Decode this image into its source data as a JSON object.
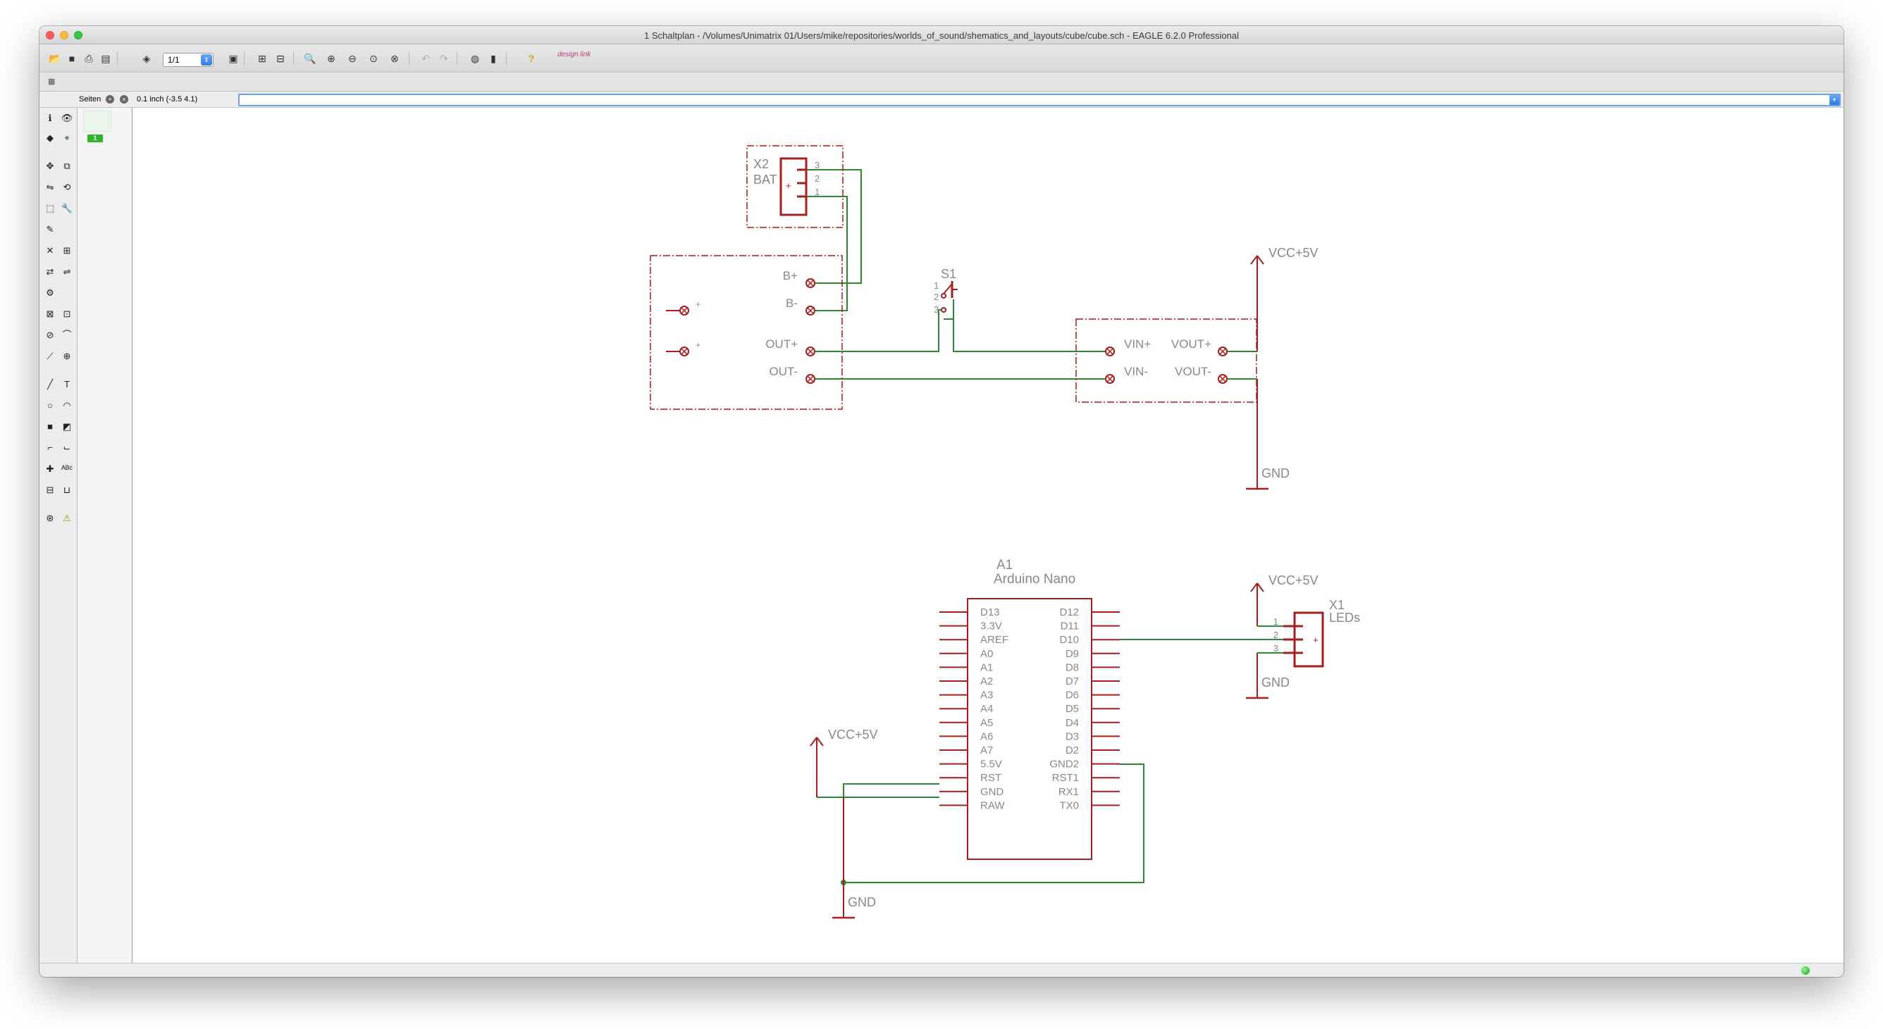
{
  "window": {
    "title": "1 Schaltplan - /Volumes/Unimatrix 01/Users/mike/repositories/worlds_of_sound/shematics_and_layouts/cube/cube.sch - EAGLE 6.2.0 Professional"
  },
  "toolbar": {
    "sheet_value": "1/1",
    "design_link": "design link"
  },
  "cmdbar": {
    "pages_label": "Seiten",
    "coordinate": "0.1 inch (-3.5 4.1)",
    "command_value": ""
  },
  "pages_panel": {
    "page_number": "1"
  },
  "schematic": {
    "wire_color": "#2e8a2e",
    "symbol_color": "#a61e1e",
    "label_color": "#888888",
    "x2": {
      "name": "X2",
      "value": "BAT",
      "pins": [
        "3",
        "2",
        "1"
      ]
    },
    "charger": {
      "pins_left": [
        "B+",
        "B-",
        "OUT+",
        "OUT-"
      ]
    },
    "s1": {
      "name": "S1",
      "pins": [
        "1",
        "2",
        "3"
      ]
    },
    "regulator": {
      "pins_in": [
        "VIN+",
        "VIN-"
      ],
      "pins_out": [
        "VOUT+",
        "VOUT-"
      ]
    },
    "supplies": [
      {
        "label": "VCC+5V"
      },
      {
        "label": "GND"
      },
      {
        "label": "VCC+5V"
      },
      {
        "label": "GND"
      },
      {
        "label": "VCC+5V"
      },
      {
        "label": "GND"
      }
    ],
    "a1": {
      "name": "A1",
      "value": "Arduino Nano",
      "left_pins": [
        "D13",
        "3.3V",
        "AREF",
        "A0",
        "A1",
        "A2",
        "A3",
        "A4",
        "A5",
        "A6",
        "A7",
        "5.5V",
        "RST",
        "GND",
        "RAW"
      ],
      "right_pins": [
        "D12",
        "D11",
        "D10",
        "D9",
        "D8",
        "D7",
        "D6",
        "D5",
        "D4",
        "D3",
        "D2",
        "GND2",
        "RST1",
        "RX1",
        "TX0"
      ]
    },
    "x1": {
      "name": "X1",
      "value": "LEDs",
      "pins": [
        "1",
        "2",
        "3"
      ]
    }
  }
}
